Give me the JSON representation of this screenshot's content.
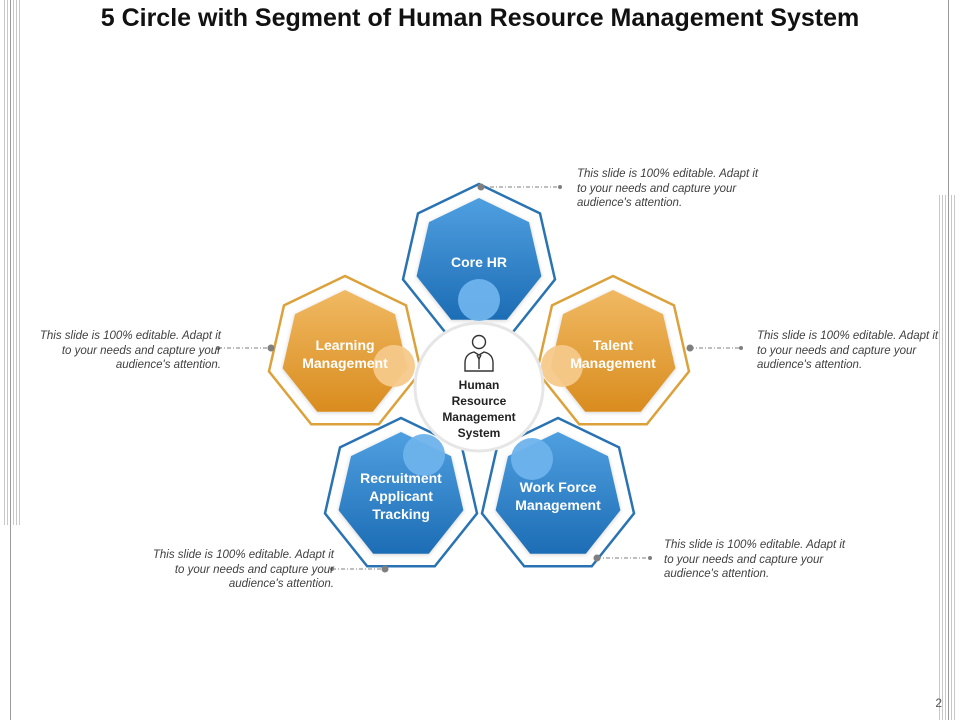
{
  "slide": {
    "title": "5 Circle with Segment of Human Resource Management System",
    "page_number": "2"
  },
  "center": {
    "label": "Human Resource Management System",
    "icon": "businessman-icon",
    "lines": [
      "Human",
      "Resource",
      "Management",
      "System"
    ]
  },
  "segments": [
    {
      "id": "core-hr",
      "lines": [
        "Core HR"
      ],
      "color": "blue"
    },
    {
      "id": "talent-management",
      "lines": [
        "Talent",
        "Management"
      ],
      "color": "orange"
    },
    {
      "id": "work-force-management",
      "lines": [
        "Work Force",
        "Management"
      ],
      "color": "blue"
    },
    {
      "id": "recruitment-applicant-tracking",
      "lines": [
        "Recruitment",
        "Applicant",
        "Tracking"
      ],
      "color": "blue"
    },
    {
      "id": "learning-management",
      "lines": [
        "Learning",
        "Management"
      ],
      "color": "orange"
    }
  ],
  "notes": {
    "top_right": "This slide is 100% editable. Adapt it to your needs and capture your audience's attention.",
    "right": "This slide is 100% editable. Adapt it to your needs and capture your audience's attention.",
    "bottom_right": "This slide is 100% editable. Adapt it to your needs and capture your audience's attention.",
    "bottom_left": "This slide is 100% editable. Adapt it to your needs and capture your audience's attention.",
    "left": "This slide is 100% editable. Adapt it to your needs and capture your audience's attention."
  },
  "colors": {
    "blue_dark": "#1d6db5",
    "blue_light": "#4f9fe0",
    "blue_outline": "#2a73b3",
    "blue_bubble": "#6eb3ec",
    "orange_dark": "#d98c1e",
    "orange_light": "#f0b963",
    "orange_outline": "#dca13a",
    "orange_bubble": "#f5c98a",
    "note_text": "#404040",
    "connector": "#7f7f7f"
  }
}
